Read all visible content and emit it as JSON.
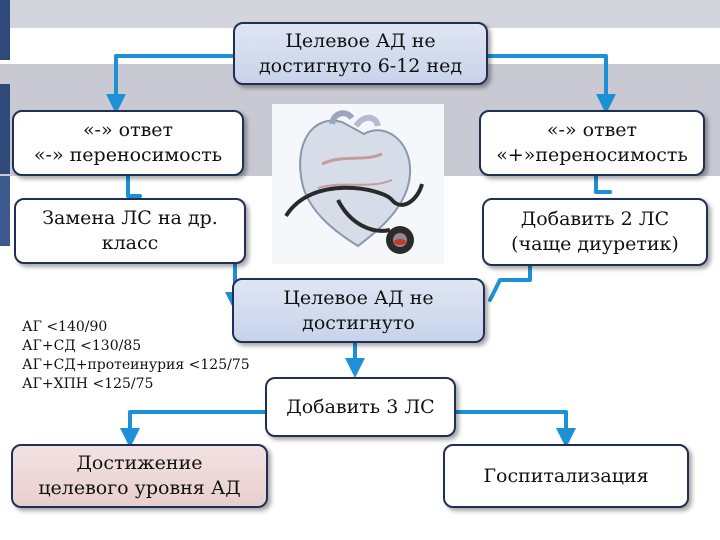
{
  "colors": {
    "arrow": "#1e90d6",
    "box_border": "#1f2f55",
    "box_blue": "#d3dcef",
    "box_pink": "#ecd8d8",
    "band": "#c9c9d3"
  },
  "illustration": "heart-with-stethoscope",
  "nodes": {
    "start": [
      "Целевое АД не",
      "достигнуто 6-12 нед"
    ],
    "left_case": [
      "«-» ответ",
      "«-» переносимость"
    ],
    "right_case": [
      "«-» ответ",
      "«+»переносимость"
    ],
    "left_action": [
      "Замена ЛС на др.",
      "класс"
    ],
    "right_action": [
      "Добавить 2 ЛС",
      "(чаще диуретик)"
    ],
    "middle": [
      "Целевое АД не",
      "достигнуто"
    ],
    "add_three": "Добавить 3 ЛС",
    "goal": [
      "Достижение",
      "целевого уровня АД"
    ],
    "hospital": "Госпитализация"
  },
  "criteria": [
    "АГ <140/90",
    "АГ+СД <130/85",
    "АГ+СД+протеинурия <125/75",
    "АГ+ХПН <125/75"
  ]
}
